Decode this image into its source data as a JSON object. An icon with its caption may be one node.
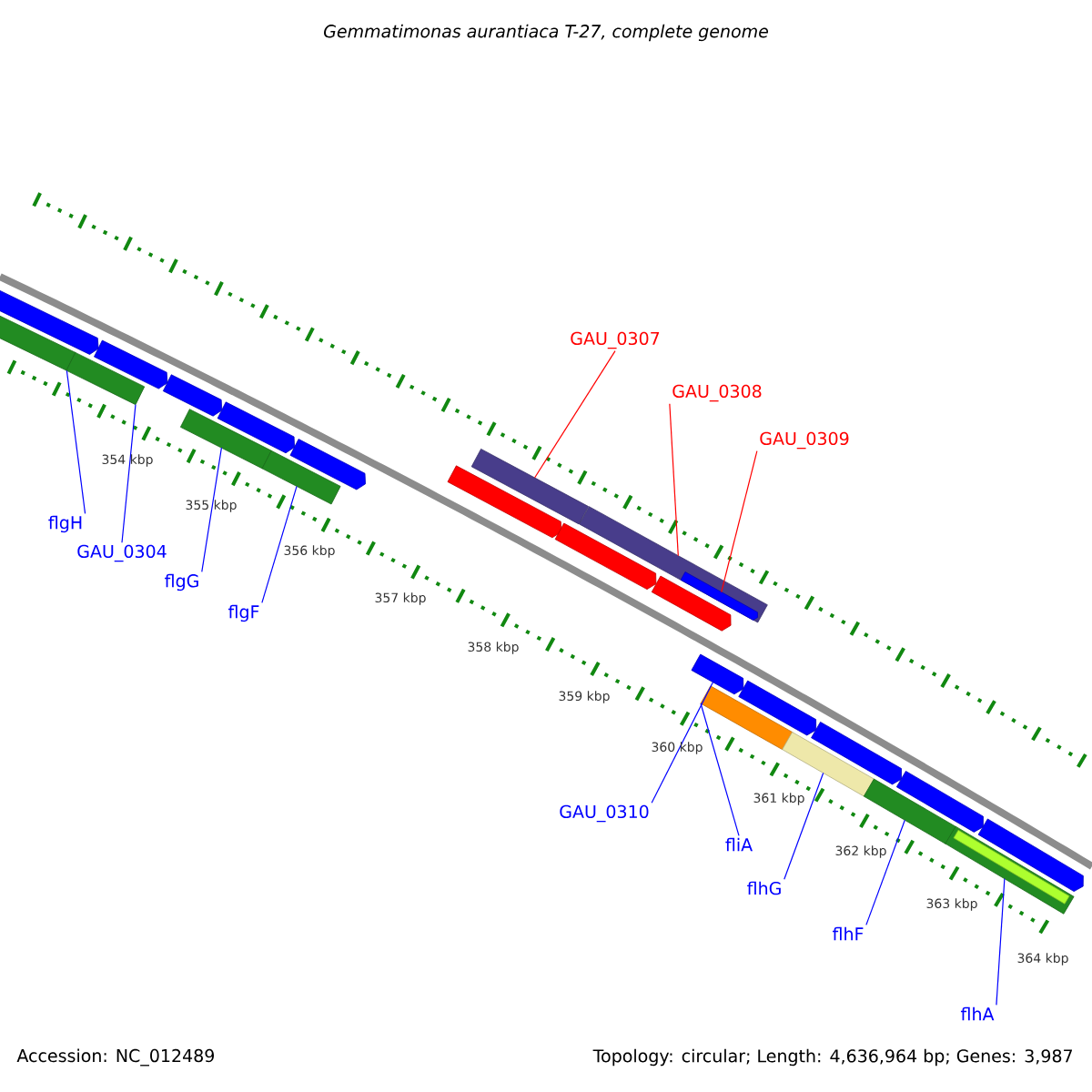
{
  "diagram": {
    "title": "Gemmatimonas aurantiaca T-27, complete genome",
    "nodes": [
      {
        "text": [],
        "shape": "arrow"
      },
      {
        "text": [],
        "shape": "bar"
      },
      {
        "text": [],
        "shape": "arrow"
      },
      {
        "text": [],
        "shape": "bar"
      },
      {
        "text": [],
        "shape": "arrow"
      },
      {
        "text": [],
        "shape": "arrow"
      },
      {
        "text": [],
        "shape": "bar"
      },
      {
        "text": [],
        "shape": "bar"
      },
      {
        "text": [],
        "shape": "arrow"
      },
      {
        "text": [],
        "shape": "bar"
      },
      {
        "text": [],
        "shape": "arrow"
      },
      {
        "text": [],
        "shape": "bar"
      },
      {
        "text": [],
        "shape": "arrow"
      },
      {
        "text": [],
        "shape": "arrow",
        "in": 11
      },
      {
        "text": [],
        "shape": "arrow"
      },
      {
        "text": [],
        "shape": "arrow"
      },
      {
        "text": [],
        "shape": "bar"
      },
      {
        "text": [],
        "shape": "arrow"
      },
      {
        "text": [],
        "shape": "bar"
      },
      {
        "text": [],
        "shape": "arrow"
      },
      {
        "text": [],
        "shape": "bar"
      },
      {
        "text": [],
        "shape": "arrow"
      },
      {
        "text": [],
        "shape": "bar"
      },
      {
        "text": [],
        "shape": "bar",
        "in": 22
      },
      {
        "text": [],
        "shape": "arrow"
      },
      {
        "text": [
          "flgH"
        ]
      },
      {
        "text": [
          "GAU_0304"
        ]
      },
      {
        "text": [
          "flgG"
        ]
      },
      {
        "text": [
          "flgF"
        ]
      },
      {
        "text": [
          "GAU_0307"
        ]
      },
      {
        "text": [
          "GAU_0308"
        ]
      },
      {
        "text": [
          "GAU_0309"
        ]
      },
      {
        "text": [
          "GAU_0310"
        ]
      },
      {
        "text": [
          "fliA"
        ]
      },
      {
        "text": [
          "flhG"
        ]
      },
      {
        "text": [
          "flhF"
        ]
      },
      {
        "text": [
          "flhA"
        ]
      }
    ],
    "edges": [
      {
        "from": 25,
        "to": 1,
        "arrow": "none"
      },
      {
        "from": 26,
        "to": 3,
        "arrow": "none"
      },
      {
        "from": 27,
        "to": 6,
        "arrow": "none"
      },
      {
        "from": 28,
        "to": 7,
        "arrow": "none"
      },
      {
        "from": 29,
        "to": 9,
        "arrow": "none",
        "color": "#ff0000"
      },
      {
        "from": 30,
        "to": 11,
        "arrow": "none",
        "color": "#ff0000"
      },
      {
        "from": 31,
        "to": 13,
        "arrow": "none",
        "color": "#ff0000"
      },
      {
        "from": 32,
        "to": 15,
        "arrow": "none"
      },
      {
        "from": 33,
        "to": 16,
        "arrow": "none"
      },
      {
        "from": 34,
        "to": 18,
        "arrow": "none"
      },
      {
        "from": 35,
        "to": 20,
        "arrow": "none"
      },
      {
        "from": 36,
        "to": 22,
        "arrow": "none"
      }
    ],
    "labels": [
      "354 kbp",
      "355 kbp",
      "356 kbp",
      "357 kbp",
      "358 kbp",
      "359 kbp",
      "360 kbp",
      "361 kbp",
      "362 kbp",
      "363 kbp",
      "364 kbp",
      "Accession: NC_012489",
      "Topology: circular; Length: 4,636,964 bp; Genes: 3,987"
    ]
  }
}
